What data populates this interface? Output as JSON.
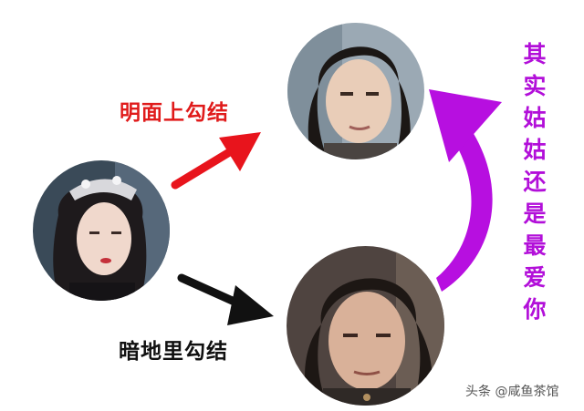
{
  "labels": {
    "top": "明面上勾结",
    "bottom": "暗地里勾结",
    "vertical": "其实姑姑还是最爱你"
  },
  "watermark": "头条 @咸鱼茶馆",
  "colors": {
    "top_label": "#e01b1b",
    "bottom_label": "#111111",
    "vertical_label": "#b20fd9",
    "red_arrow": "#e8141c",
    "black_arrow": "#111111",
    "purple_arrow": "#b70fe0"
  }
}
